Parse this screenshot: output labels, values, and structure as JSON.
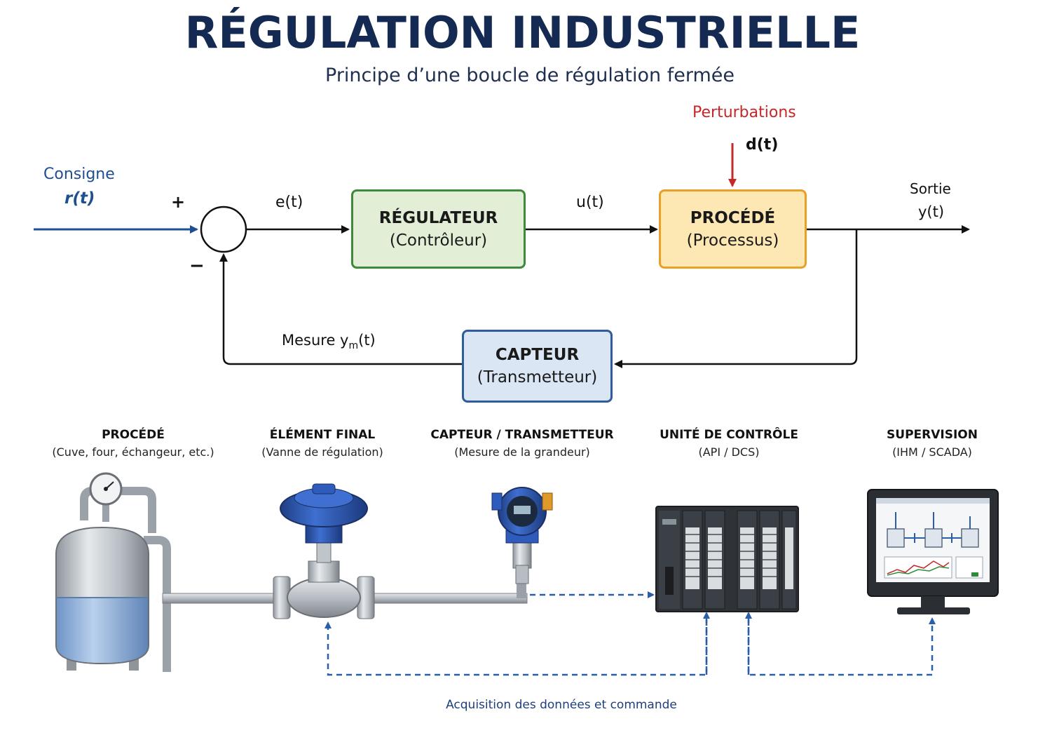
{
  "header": {
    "title": "RÉGULATION INDUSTRIELLE",
    "subtitle": "Principe d’une boucle de régulation fermée"
  },
  "loop": {
    "setpoint_label": "Consigne",
    "setpoint_signal": "r(t)",
    "plus_sign": "+",
    "minus_sign": "−",
    "error_signal": "e(t)",
    "command_signal": "u(t)",
    "disturbance_label": "Perturbations",
    "disturbance_signal": "d(t)",
    "output_label": "Sortie",
    "output_signal": "y(t)",
    "measure_label": "Mesure y",
    "measure_subscript": "m",
    "measure_suffix": "(t)",
    "regulator": {
      "title": "RÉGULATEUR",
      "subtitle": "(Contrôleur)"
    },
    "process": {
      "title": "PROCÉDÉ",
      "subtitle": "(Processus)"
    },
    "sensor": {
      "title": "CAPTEUR",
      "subtitle": "(Transmetteur)"
    }
  },
  "equipment": [
    {
      "title": "PROCÉDÉ",
      "subtitle": "(Cuve, four, échangeur, etc.)"
    },
    {
      "title": "ÉLÉMENT FINAL",
      "subtitle": "(Vanne de régulation)"
    },
    {
      "title": "CAPTEUR / TRANSMETTEUR",
      "subtitle": "(Mesure de la grandeur)"
    },
    {
      "title": "UNITÉ DE CONTRÔLE",
      "subtitle": "(API / DCS)"
    },
    {
      "title": "SUPERVISION",
      "subtitle": "(IHM / SCADA)"
    }
  ],
  "footer": {
    "acquisition_label": "Acquisition des données et commande"
  },
  "colors": {
    "title": "#142a52",
    "setpoint": "#1d4f91",
    "disturbance": "#c62828",
    "regulator_fill": "#e2efd6",
    "regulator_border": "#3d8a3a",
    "process_fill": "#fde7b3",
    "process_border": "#e8a126",
    "sensor_fill": "#dbe6f4",
    "sensor_border": "#2f5d9c",
    "signal_link": "#2a5ea8"
  }
}
